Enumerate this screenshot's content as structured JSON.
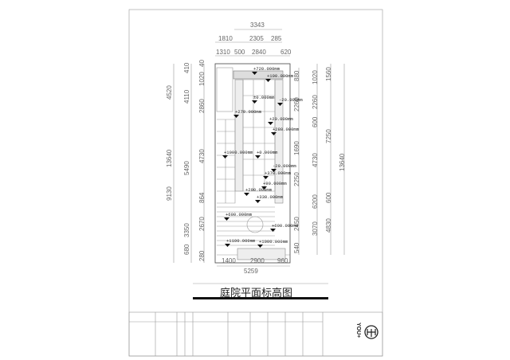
{
  "drawing": {
    "title": "庭院平面标高图",
    "dims_top": [
      "3343",
      "1810",
      "2305",
      "285",
      "1310",
      "500",
      "2840",
      "620"
    ],
    "dims_left": [
      "13640",
      "9130",
      "4520",
      "410",
      "4110",
      "5490",
      "3350",
      "680",
      "1020",
      "40",
      "2860",
      "4730",
      "864",
      "2670",
      "280"
    ],
    "dims_right": [
      "880",
      "2260",
      "1690",
      "2250",
      "2450",
      "540",
      "1020",
      "2260",
      "600",
      "4730",
      "6200",
      "3070",
      "1560",
      "7250",
      "600",
      "4830",
      "13640"
    ],
    "dims_bottom": [
      "1400",
      "2900",
      "960",
      "5259"
    ],
    "elevations": [
      "+720.000mm",
      "+100.000mm",
      "±0.000mm",
      "-20.000mm",
      "+270.000mm",
      "+20.000mm",
      "+280.000mm",
      "+1000.000mm",
      "+0.000mm",
      "-20.000mm",
      "+370.000mm",
      "+90.000mm",
      "+290.000mm",
      "+330.000mm",
      "+600.000mm",
      "+600.000mm",
      "+1100.000mm",
      "+1000.000mm"
    ]
  },
  "title_block": {
    "logo": "YOU+",
    "logo_icon": "you-plus-logo"
  }
}
